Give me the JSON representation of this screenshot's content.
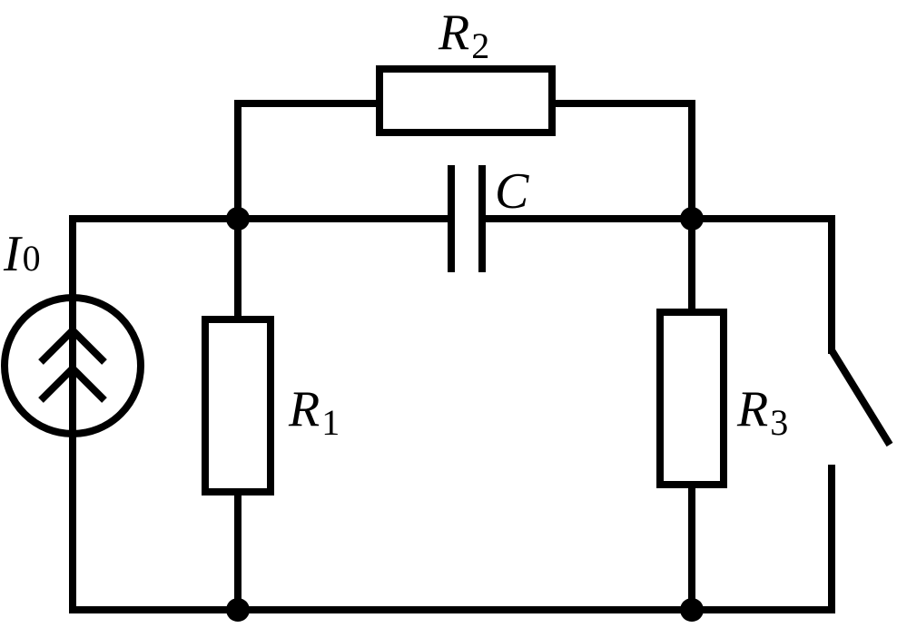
{
  "labels": {
    "source": {
      "symbol": "I",
      "subscript": "0"
    },
    "r1": {
      "symbol": "R",
      "subscript": "1"
    },
    "r2": {
      "symbol": "R",
      "subscript": "2"
    },
    "r3": {
      "symbol": "R",
      "subscript": "3"
    },
    "capacitor": {
      "symbol": "C"
    }
  },
  "colors": {
    "stroke": "#000000",
    "background": "#ffffff"
  },
  "icons": {
    "source": "current-source-icon",
    "switch": "open-switch-icon"
  }
}
